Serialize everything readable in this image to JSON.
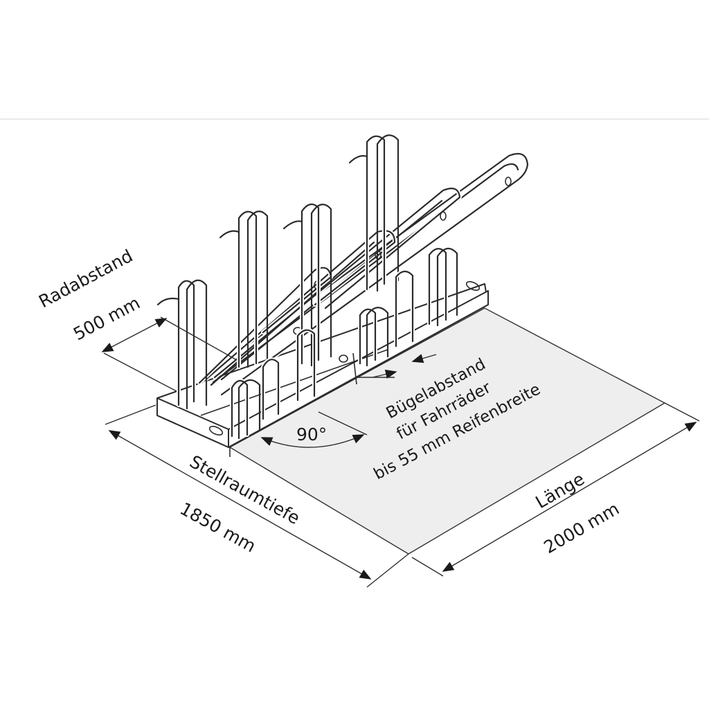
{
  "diagram": {
    "labels": {
      "radabstand": "Radabstand",
      "radabstand_value": "500 mm",
      "buegel_line1": "Bügelabstand",
      "buegel_line2": "für Fahrräder",
      "buegel_line3": "bis 55 mm Reifenbreite",
      "angle": "90°",
      "stellraumtiefe": "Stellraumtiefe",
      "stellraumtiefe_value": "1850 mm",
      "laenge": "Länge",
      "laenge_value": "2000 mm"
    },
    "colors": {
      "line": "#2b2b2b",
      "floor": "#eeeeee",
      "background": "#ffffff"
    }
  }
}
